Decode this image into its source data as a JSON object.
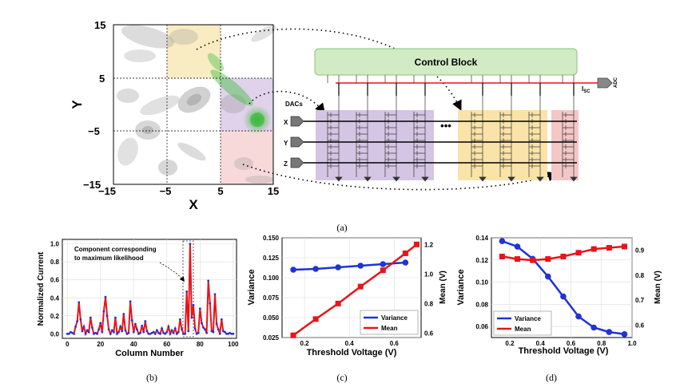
{
  "figure_a": {
    "caption": "(a)",
    "axis": {
      "x_label": "X",
      "y_label": "Y",
      "x_ticks": [
        "−15",
        "−5",
        "5",
        "15"
      ],
      "y_ticks": [
        "15",
        "5",
        "−5",
        "−15"
      ]
    },
    "circuit": {
      "control_label": "Control Block",
      "dacs_label": "DACs",
      "inputs": [
        "X",
        "Y",
        "Z"
      ],
      "isc_label": "I",
      "isc_sub": "SC",
      "adc_label": "ADC",
      "ellipsis": "•••"
    }
  },
  "figure_b": {
    "caption": "(b)",
    "annotation_line1": "Component corresponding",
    "annotation_line2": "to maximum likelihood"
  },
  "figure_c": {
    "caption": "(c)"
  },
  "figure_d": {
    "caption": "(d)"
  },
  "chart_data": [
    {
      "type": "line",
      "xlabel": "Column Number",
      "ylabel": "Normalized Current",
      "xlim": [
        -3,
        102
      ],
      "ylim": [
        -0.05,
        1.05
      ],
      "x_ticks": [
        "0",
        "20",
        "40",
        "60",
        "80",
        "100"
      ],
      "y_ticks": [
        "0.0",
        "0.2",
        "0.4",
        "0.6",
        "0.8",
        "1.0"
      ],
      "grid": true,
      "colors": {
        "line": "#e8141a",
        "marker": "#1f33d6"
      },
      "series": [
        {
          "name": "",
          "values": [
            0.0,
            0.0,
            0.02,
            0.01,
            0.0,
            0.08,
            0.14,
            0.35,
            0.16,
            0.03,
            0.08,
            0.0,
            0.04,
            0.02,
            0.18,
            0.07,
            0.0,
            0.01,
            0.0,
            0.05,
            0.12,
            0.02,
            0.25,
            0.41,
            0.2,
            0.05,
            0.0,
            0.04,
            0.02,
            0.18,
            0.0,
            0.02,
            0.08,
            0.03,
            0.22,
            0.04,
            0.0,
            0.01,
            0.36,
            0.15,
            0.02,
            0.11,
            0.05,
            0.0,
            0.01,
            0.09,
            0.02,
            0.14,
            0.03,
            0.0,
            0.0,
            0.01,
            0.02,
            0.0,
            0.04,
            0.01,
            0.0,
            0.06,
            0.01,
            0.0,
            0.02,
            0.08,
            0.0,
            0.04,
            0.01,
            0.06,
            0.0,
            0.02,
            0.16,
            0.05,
            0.0,
            0.0,
            0.47,
            0.03,
            1.0,
            0.18,
            0.32,
            0.06,
            0.0,
            0.01,
            0.28,
            0.12,
            0.07,
            0.05,
            0.01,
            0.59,
            0.34,
            0.03,
            0.02,
            0.44,
            0.11,
            0.05,
            0.0,
            0.16,
            0.03,
            0.02,
            0.0,
            0.0,
            0.01,
            0.0,
            0.0
          ]
        }
      ]
    },
    {
      "type": "line",
      "xlabel": "Threshold Voltage (V)",
      "ylabel": "Variance",
      "y2label": "Mean (V)",
      "xlim": [
        0.1,
        0.72
      ],
      "ylim": [
        0.025,
        0.15
      ],
      "y2lim": [
        0.57,
        1.245
      ],
      "x_ticks": [
        "0.2",
        "0.4",
        "0.6"
      ],
      "y_ticks": [
        "0.025",
        "0.050",
        "0.075",
        "0.100",
        "0.125",
        "0.150"
      ],
      "y2_ticks": [
        "0.6",
        "0.8",
        "1.0",
        "1.2"
      ],
      "legend": "bottom-right",
      "grid": true,
      "series": [
        {
          "name": "Variance",
          "axis": "left",
          "color": "#1f33d6",
          "marker": "circle",
          "x": [
            0.15,
            0.25,
            0.35,
            0.45,
            0.55,
            0.65
          ],
          "values": [
            0.11,
            0.111,
            0.113,
            0.115,
            0.117,
            0.119
          ]
        },
        {
          "name": "Mean",
          "axis": "right",
          "color": "#e8141a",
          "marker": "square",
          "x": [
            0.15,
            0.25,
            0.35,
            0.45,
            0.55,
            0.65,
            0.7
          ],
          "values": [
            0.585,
            0.695,
            0.8,
            0.915,
            1.025,
            1.14,
            1.2
          ]
        }
      ]
    },
    {
      "type": "line",
      "xlabel": "Threshold Voltage (V)",
      "ylabel": "Variance",
      "y2label": "Mean (V)",
      "xlim": [
        0.08,
        1.0
      ],
      "ylim": [
        0.05,
        0.14
      ],
      "y2lim": [
        0.55,
        0.95
      ],
      "x_ticks": [
        "0.2",
        "0.4",
        "0.6",
        "0.8",
        "1.0"
      ],
      "y_ticks": [
        "0.06",
        "0.08",
        "0.10",
        "0.12",
        "0.14"
      ],
      "y2_ticks": [
        "0.6",
        "0.7",
        "0.8",
        "0.9"
      ],
      "legend": "bottom-left",
      "grid": true,
      "series": [
        {
          "name": "Variance",
          "axis": "left",
          "color": "#1f33d6",
          "marker": "circle",
          "x": [
            0.15,
            0.25,
            0.35,
            0.45,
            0.55,
            0.65,
            0.75,
            0.85,
            0.95
          ],
          "values": [
            0.137,
            0.132,
            0.121,
            0.105,
            0.087,
            0.069,
            0.059,
            0.055,
            0.053
          ]
        },
        {
          "name": "Mean",
          "axis": "right",
          "color": "#e8141a",
          "marker": "square",
          "x": [
            0.15,
            0.25,
            0.35,
            0.45,
            0.55,
            0.65,
            0.75,
            0.85,
            0.95
          ],
          "values": [
            0.875,
            0.865,
            0.86,
            0.865,
            0.875,
            0.89,
            0.905,
            0.91,
            0.915
          ]
        }
      ]
    }
  ]
}
